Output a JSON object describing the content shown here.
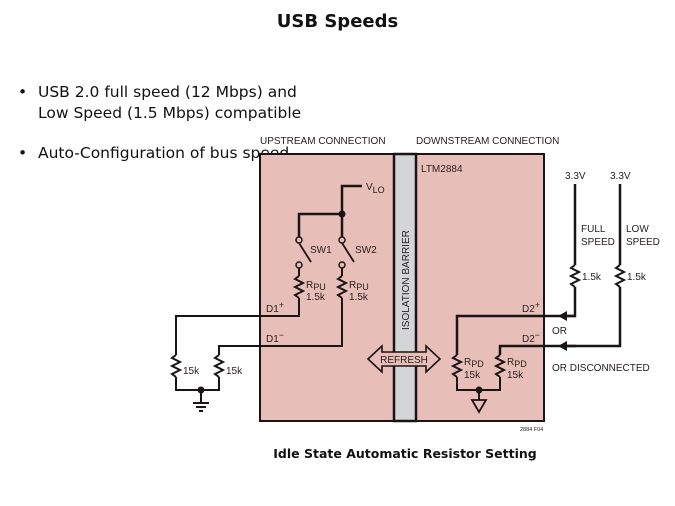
{
  "slide": {
    "title": "USB Speeds",
    "bullets": [
      {
        "symbol": "•",
        "text": "USB 2.0 full speed (12 Mbps) and Low Speed (1.5 Mbps) compatible"
      },
      {
        "symbol": "•",
        "text": "Auto-Configuration of bus speed"
      }
    ],
    "caption": "Idle State Automatic Resistor Setting"
  },
  "diagram": {
    "colors": {
      "chip_fill": "#e8bfb8",
      "barrier_fill": "#d3d5d7",
      "wire": "#1a1414"
    },
    "headers": {
      "upstream": "UPSTREAM CONNECTION",
      "downstream": "DOWNSTREAM CONNECTION"
    },
    "part_number": "LTM2884",
    "barrier_label": "ISOLATION BARRIER",
    "refresh_label": "REFRESH",
    "supply": {
      "v": "V",
      "sub": "LO"
    },
    "switches": [
      {
        "label": "SW1"
      },
      {
        "label": "SW2"
      }
    ],
    "pullups": [
      {
        "r": "R",
        "sub": "PU",
        "value": "1.5k"
      },
      {
        "r": "R",
        "sub": "PU",
        "value": "1.5k"
      }
    ],
    "pulldowns": [
      {
        "r": "R",
        "sub": "PD",
        "value": "15k"
      },
      {
        "r": "R",
        "sub": "PD",
        "value": "15k"
      }
    ],
    "upstream_ports": {
      "dplus": "D1",
      "dplus_sup": "+",
      "dminus": "D1",
      "dminus_sup": "−"
    },
    "downstream_ports": {
      "dplus": "D2",
      "dplus_sup": "+",
      "dminus": "D2",
      "dminus_sup": "−"
    },
    "host_resistors": [
      "15k",
      "15k"
    ],
    "device_side": {
      "supplies": [
        "3.3V",
        "3.3V"
      ],
      "full_speed": [
        "FULL",
        "SPEED"
      ],
      "low_speed": [
        "LOW",
        "SPEED"
      ],
      "resistors": [
        "1.5k",
        "1.5k"
      ],
      "or_label": "OR",
      "or_disconnected_label": "OR DISCONNECTED"
    },
    "figure_id": "2884 F04"
  }
}
